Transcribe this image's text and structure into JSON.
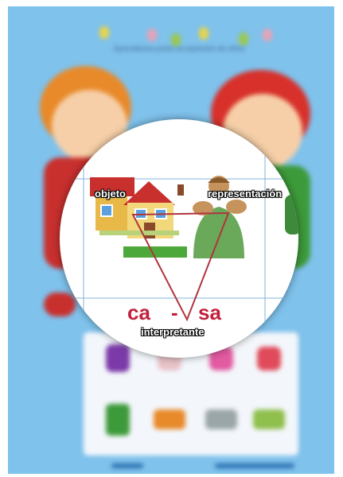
{
  "poster": {
    "background_color": "#7fc2ec",
    "title_text": "Aprendamos juntos la expresión de niños"
  },
  "magnifier": {
    "labels": {
      "objeto": "objeto",
      "representacion": "representación",
      "interpretante": "interpretante"
    },
    "syllables": {
      "first": "ca",
      "dash": "-",
      "second": "sa"
    },
    "triangle_color": "#b0343c",
    "syllable_color": "#c2203c"
  },
  "icons": [
    "house-icon",
    "sign-language-person-icon"
  ]
}
